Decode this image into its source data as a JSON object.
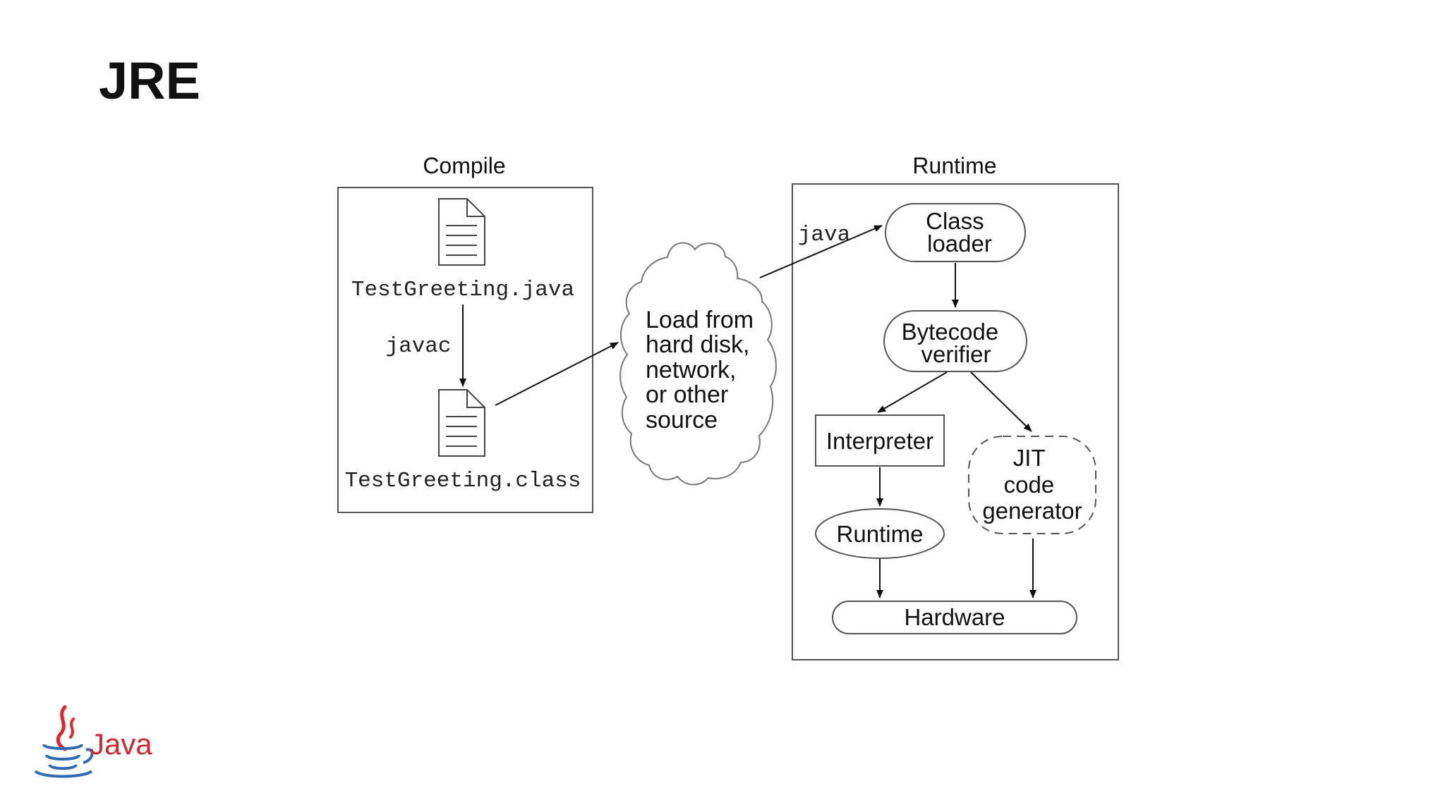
{
  "slide": {
    "title": "JRE"
  },
  "compile_panel": {
    "heading": "Compile",
    "source_file": "TestGreeting.java",
    "compiler": "javac",
    "class_file": "TestGreeting.class"
  },
  "load_cloud": {
    "lines": [
      "Load from",
      "hard disk,",
      "network,",
      "or other",
      "source"
    ]
  },
  "runtime_panel": {
    "heading": "Runtime",
    "launcher": "java",
    "class_loader": [
      "Class",
      "loader"
    ],
    "bytecode_verifier": [
      "Bytecode",
      "verifier"
    ],
    "interpreter": "Interpreter",
    "jit": [
      "JIT",
      "code",
      "generator"
    ],
    "runtime": "Runtime",
    "hardware": "Hardware"
  },
  "logo": {
    "text": "Java",
    "icon": "java-coffee-cup-icon",
    "colors": {
      "steam": "#e0262b",
      "cup": "#2f6bb3",
      "wordmark": "#d3262e"
    }
  }
}
